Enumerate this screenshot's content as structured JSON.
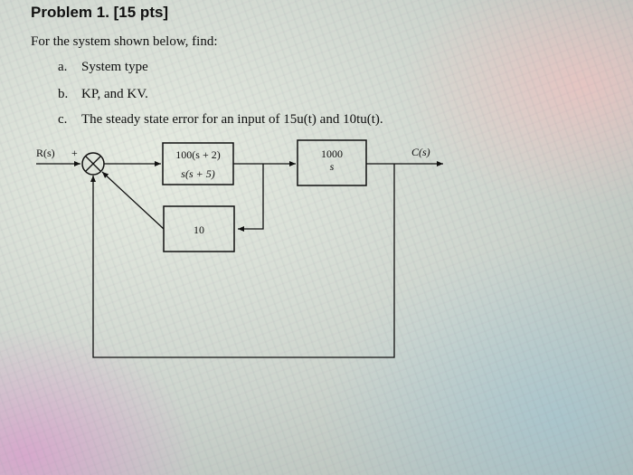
{
  "problem": {
    "title": "Problem 1. [15 pts]",
    "intro": "For the system shown below, find:",
    "items": [
      {
        "label": "a.",
        "text": "System type"
      },
      {
        "label": "b.",
        "text": "KP, and KV."
      },
      {
        "label": "c.",
        "text": "The steady state error for an input of 15u(t) and 10tu(t)."
      }
    ]
  },
  "diagram": {
    "input_label": "R(s)",
    "plus_sign": "+",
    "output_label": "C(s)",
    "block1": {
      "numerator": "100(s + 2)",
      "denominator": "s(s + 5)"
    },
    "block2": {
      "numerator": "1000",
      "denominator": "s"
    },
    "feedback_block": {
      "gain": "10"
    }
  }
}
